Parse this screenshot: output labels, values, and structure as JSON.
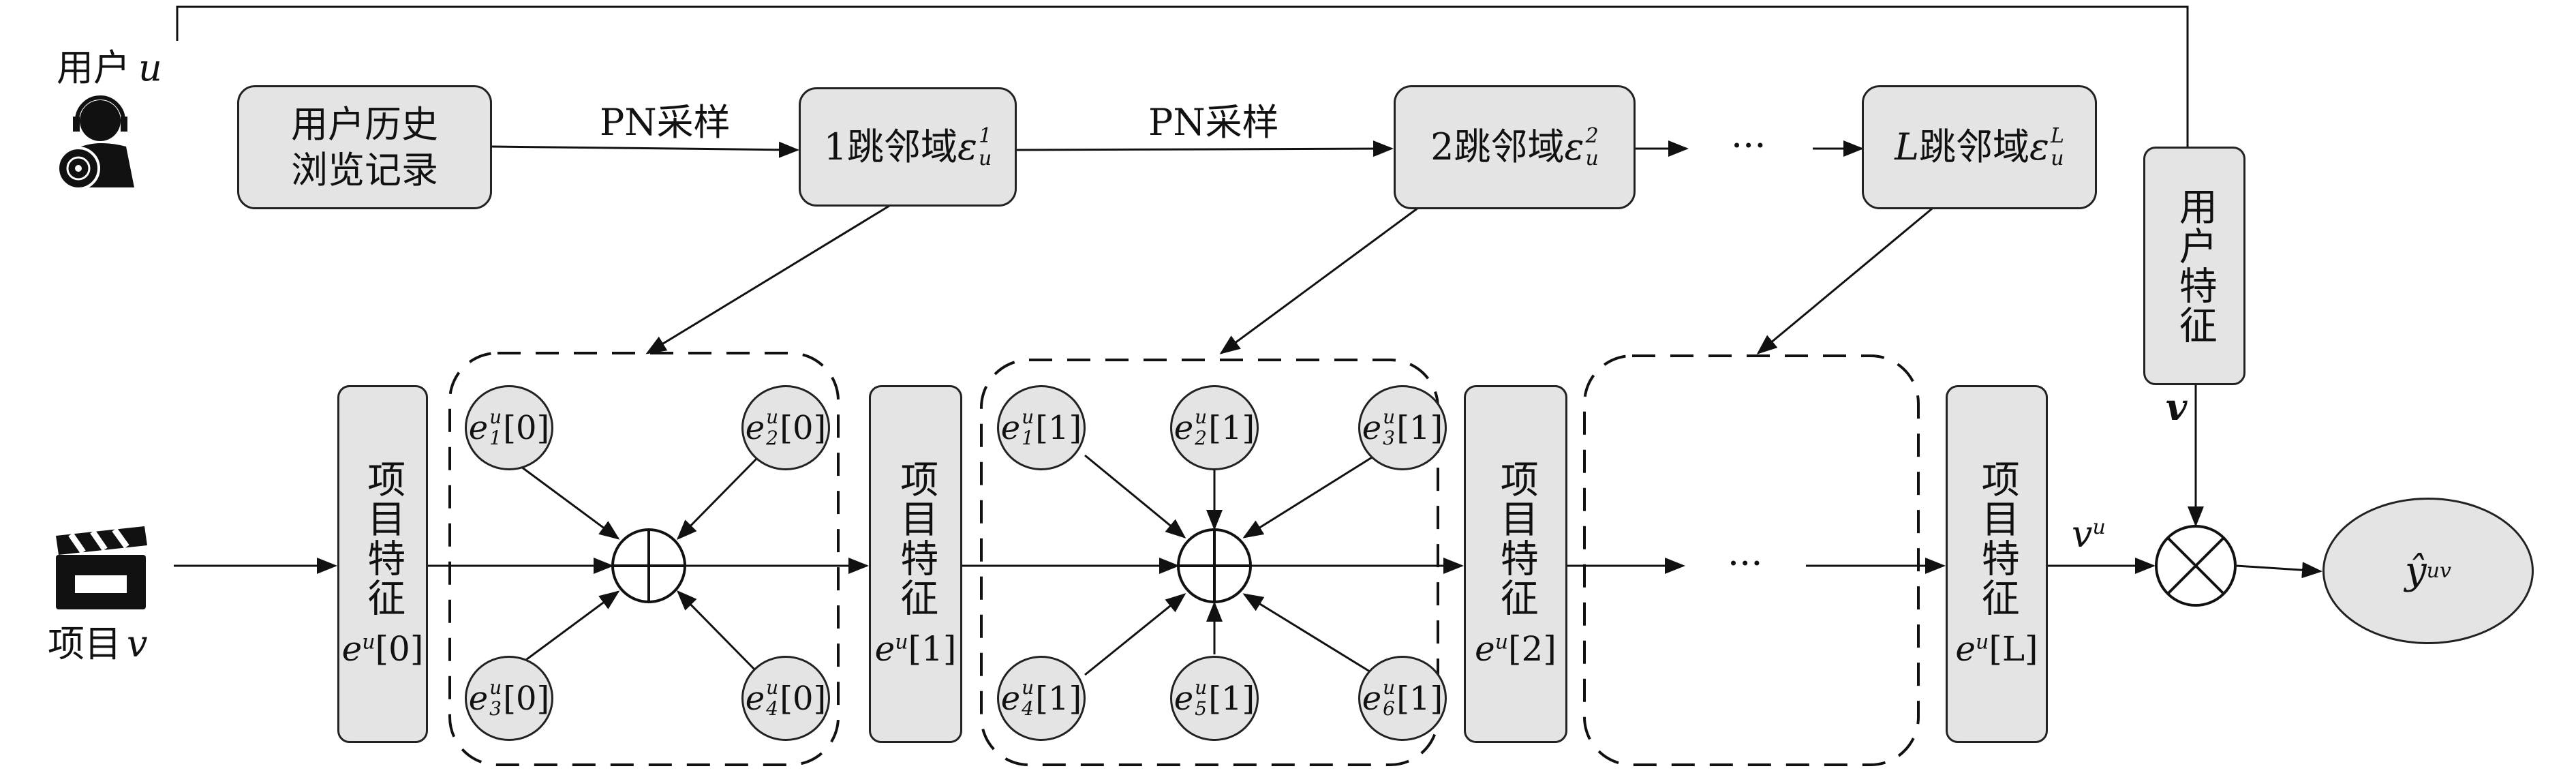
{
  "inputs": {
    "user_label": "用户",
    "user_var": "u",
    "item_label": "项目",
    "item_var": "v"
  },
  "top_row": {
    "history": [
      "用户历史",
      "浏览记录"
    ],
    "sampling_label": "PN采样",
    "hop1": {
      "text": "1跳邻域",
      "sym": "ε",
      "sup": "1",
      "sub": "u"
    },
    "hop2": {
      "text": "2跳邻域",
      "sym": "ε",
      "sup": "2",
      "sub": "u"
    },
    "hopL": {
      "prefix": "L",
      "text": "跳邻域",
      "sym": "ε",
      "sup": "L",
      "sub": "u"
    },
    "ellipsis": "···"
  },
  "user_feature": {
    "label": "用户特征",
    "output": "v"
  },
  "item_feature": {
    "label": "项目特征"
  },
  "feature_outputs": [
    {
      "base": "e",
      "sup": "u",
      "idx": "[0]"
    },
    {
      "base": "e",
      "sup": "u",
      "idx": "[1]"
    },
    {
      "base": "e",
      "sup": "u",
      "idx": "[2]"
    },
    {
      "base": "e",
      "sup": "u",
      "idx": "[L]"
    }
  ],
  "aggregation_layers": [
    {
      "nodes": [
        {
          "sub": "1",
          "sup": "u",
          "idx": "[0]"
        },
        {
          "sub": "2",
          "sup": "u",
          "idx": "[0]"
        },
        {
          "sub": "3",
          "sup": "u",
          "idx": "[0]"
        },
        {
          "sub": "4",
          "sup": "u",
          "idx": "[0]"
        }
      ]
    },
    {
      "nodes": [
        {
          "sub": "1",
          "sup": "u",
          "idx": "[1]"
        },
        {
          "sub": "2",
          "sup": "u",
          "idx": "[1]"
        },
        {
          "sub": "3",
          "sup": "u",
          "idx": "[1]"
        },
        {
          "sub": "4",
          "sup": "u",
          "idx": "[1]"
        },
        {
          "sub": "5",
          "sup": "u",
          "idx": "[1]"
        },
        {
          "sub": "6",
          "sup": "u",
          "idx": "[1]"
        }
      ]
    }
  ],
  "middle_ellipsis": "···",
  "final_vector": {
    "base": "v",
    "sup": "u"
  },
  "prediction": {
    "base": "ŷ",
    "sup": "uv"
  },
  "colors": {
    "node_fill": "#e4e4e4",
    "stroke": "#222222",
    "background": "#ffffff"
  }
}
